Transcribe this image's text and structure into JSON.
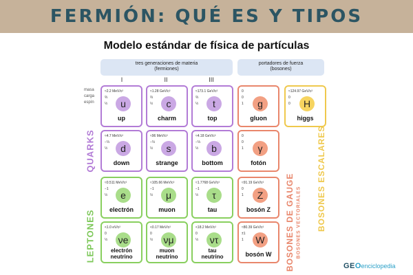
{
  "banner": {
    "title": "FERMIÓN: QUÉ ES Y TIPOS"
  },
  "diagram": {
    "title": "Modelo estándar de física de partículas",
    "fermions_header": {
      "line1": "tres generaciones de materia",
      "line2": "(fermiones)"
    },
    "bosons_header": {
      "line1": "portadores de fuerza",
      "line2": "(bosones)"
    },
    "generations": [
      "I",
      "II",
      "III"
    ],
    "property_labels": [
      "masa",
      "carga",
      "espín"
    ],
    "group_labels": {
      "quarks": "QUARKS",
      "leptons": "LEPTONES",
      "gauge": "BOSONES DE GAUGE",
      "vector": "BOSONES VECTORIALES",
      "scalar": "BOSONES ESCALARES"
    },
    "particles": {
      "up": {
        "mass": "≈2.2 MeV/c²",
        "charge": "⅔",
        "spin": "½",
        "symbol": "u",
        "name": "up"
      },
      "charm": {
        "mass": "≈1.28 GeV/c²",
        "charge": "⅔",
        "spin": "½",
        "symbol": "c",
        "name": "charm"
      },
      "top": {
        "mass": "≈173.1 GeV/c²",
        "charge": "⅔",
        "spin": "½",
        "symbol": "t",
        "name": "top"
      },
      "gluon": {
        "mass": "0",
        "charge": "0",
        "spin": "1",
        "symbol": "g",
        "name": "gluon"
      },
      "higgs": {
        "mass": "≈124.97 GeV/c²",
        "charge": "0",
        "spin": "0",
        "symbol": "H",
        "name": "higgs"
      },
      "down": {
        "mass": "≈4.7 MeV/c²",
        "charge": "−⅓",
        "spin": "½",
        "symbol": "d",
        "name": "down"
      },
      "strange": {
        "mass": "≈96 MeV/c²",
        "charge": "−⅓",
        "spin": "½",
        "symbol": "s",
        "name": "strange"
      },
      "bottom": {
        "mass": "≈4.18 GeV/c²",
        "charge": "−⅓",
        "spin": "½",
        "symbol": "b",
        "name": "bottom"
      },
      "photon": {
        "mass": "0",
        "charge": "0",
        "spin": "1",
        "symbol": "γ",
        "name": "fotón"
      },
      "electron": {
        "mass": "≈0.511 MeV/c²",
        "charge": "−1",
        "spin": "½",
        "symbol": "e",
        "name": "electrón"
      },
      "muon": {
        "mass": "≈105.66 MeV/c²",
        "charge": "−1",
        "spin": "½",
        "symbol": "μ",
        "name": "muon"
      },
      "tau": {
        "mass": "≈1.7768 GeV/c²",
        "charge": "−1",
        "spin": "½",
        "symbol": "τ",
        "name": "tau"
      },
      "zboson": {
        "mass": "≈91.19 GeV/c²",
        "charge": "0",
        "spin": "1",
        "symbol": "Z",
        "name": "bosón Z"
      },
      "e_neutrino": {
        "mass": "<1.0 eV/c²",
        "charge": "0",
        "spin": "½",
        "symbol": "νe",
        "name_line1": "electrón",
        "name_line2": "neutrino"
      },
      "mu_neutrino": {
        "mass": "<0.17 MeV/c²",
        "charge": "0",
        "spin": "½",
        "symbol": "νμ",
        "name_line1": "muon",
        "name_line2": "neutrino"
      },
      "tau_neutrino": {
        "mass": "<18.2 MeV/c²",
        "charge": "0",
        "spin": "½",
        "symbol": "ντ",
        "name_line1": "tau",
        "name_line2": "neutrino"
      },
      "wboson": {
        "mass": "≈80.39 GeV/c²",
        "charge": "±1",
        "spin": "1",
        "symbol": "W",
        "name": "bosón W"
      }
    }
  },
  "logo": {
    "part1": "GE",
    "part2": "O",
    "part3": "enciclopedia"
  }
}
